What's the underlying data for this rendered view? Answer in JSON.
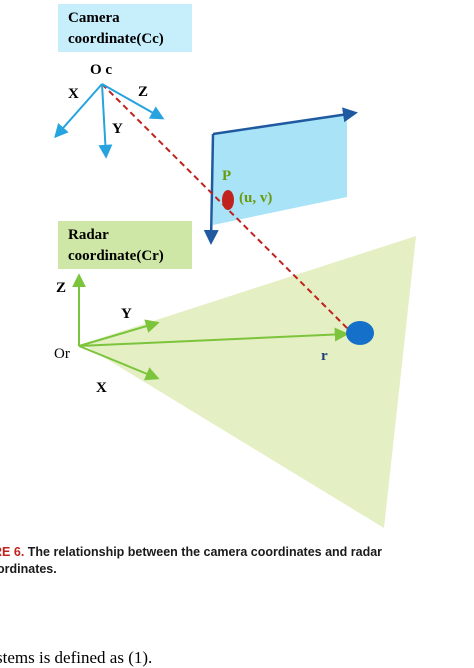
{
  "camera_box": {
    "line1": "Camera",
    "line2": "coordinate(Cc)"
  },
  "radar_box": {
    "line1": "Radar",
    "line2": "coordinate(Cr)"
  },
  "camera_axes": {
    "origin": "O c",
    "x": "X",
    "y": "Y",
    "z": "Z"
  },
  "image_plane": {
    "point": "P",
    "coords": "(u, v)"
  },
  "radar_axes": {
    "origin": "Or",
    "x": "X",
    "y": "Y",
    "z": "Z"
  },
  "target": {
    "label": "r"
  },
  "caption": {
    "figure_number": "URE 6.",
    "text": "The relationship between the camera coordinates and radar",
    "line2": "ordinates."
  },
  "body_text": "stems is defined as (1).",
  "colors": {
    "camera_blue": "#27a3e0",
    "plane_fill": "#a9e3f8",
    "plane_edge": "#1f5aa0",
    "radar_green": "#7cc43c",
    "fov_fill": "#e4efc4",
    "dashed_red": "#c0221e",
    "point_red": "#c0221e",
    "target_blue": "#1470c8",
    "label_green": "#6b9a10",
    "label_navy": "#1f3f7a"
  }
}
